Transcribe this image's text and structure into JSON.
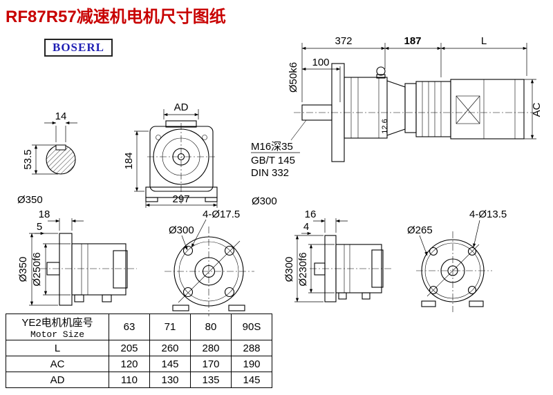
{
  "page": {
    "title": "RF87R57减速机电机尺寸图纸",
    "brand": "BOSERL",
    "title_color": "#c80000",
    "brand_color": "#1f1fb4"
  },
  "assembly": {
    "dim_total": "372",
    "dim_adapter": "187",
    "dim_motor": "L",
    "dim_shaft_len": "100",
    "shaft_dia": "Ø50k6",
    "dim_motor_height": "AC",
    "dim_gap": "12.6",
    "thread_callout": "M16深35",
    "standard_gb": "GB/T 145",
    "standard_din": "DIN 332"
  },
  "shaft_section": {
    "key_width": "14",
    "key_height": "53.5",
    "disc_dia": "Ø350"
  },
  "front_view": {
    "dim_ad": "AD",
    "dim_height": "184",
    "dim_width": "297",
    "flange_dia": "Ø300"
  },
  "flange_left": {
    "dim_flange_thk": "18",
    "dim_spigot": "5",
    "dia_outer": "Ø350",
    "dia_spigot": "Ø250f6",
    "bolt_holes": "4-Ø17.5",
    "dia_bolt_circle": "Ø300"
  },
  "flange_right": {
    "dim_flange_thk": "16",
    "dim_spigot": "4",
    "dia_outer": "Ø300",
    "dia_spigot": "Ø230f6",
    "dia_bolt_circle": "Ø265",
    "bolt_holes": "4-Ø13.5"
  },
  "table": {
    "header_cn": "YE2电机机座号",
    "header_en": "Motor Size",
    "sizes": [
      "63",
      "71",
      "80",
      "90S"
    ],
    "rows": [
      {
        "label": "L",
        "values": [
          "205",
          "260",
          "280",
          "288"
        ]
      },
      {
        "label": "AC",
        "values": [
          "120",
          "145",
          "170",
          "190"
        ]
      },
      {
        "label": "AD",
        "values": [
          "110",
          "130",
          "135",
          "145"
        ]
      }
    ]
  }
}
